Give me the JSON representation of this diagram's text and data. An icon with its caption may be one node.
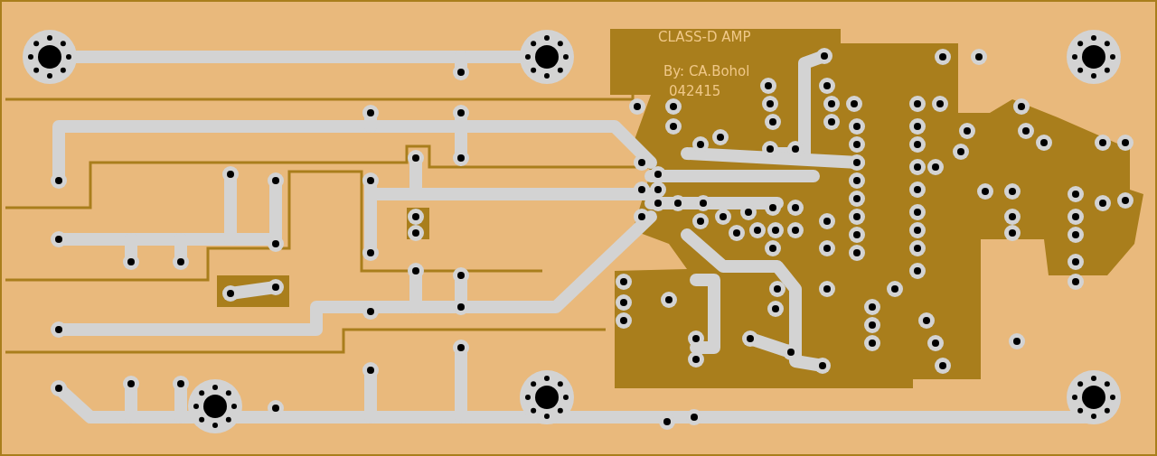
{
  "diagram": {
    "labels": [
      "CLASS-D AMP",
      "By: CA.Bohol",
      "042415"
    ]
  }
}
